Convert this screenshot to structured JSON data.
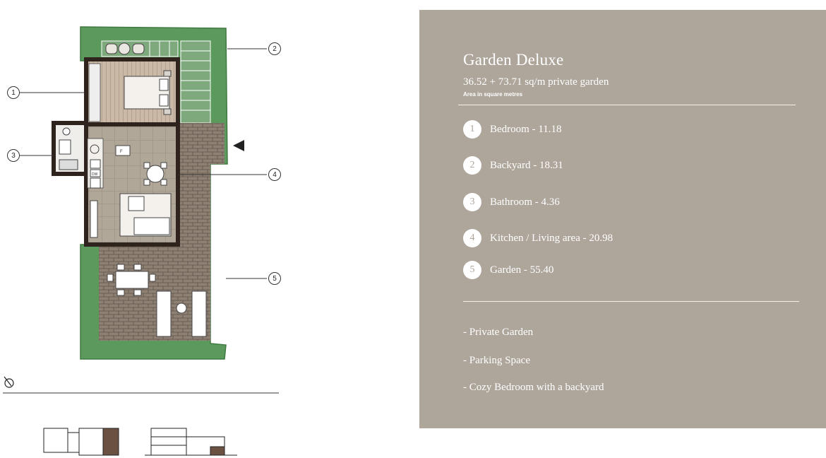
{
  "plan_callouts": [
    "1",
    "2",
    "3",
    "4",
    "5"
  ],
  "appliance_labels": {
    "fridge": "F",
    "dishwasher": "DW"
  },
  "unit": {
    "name": "Garden Deluxe",
    "area_line": "36.52  +  73.71 sq/m private garden",
    "area_note": "Area in square metres"
  },
  "rooms": [
    {
      "num": "1",
      "label": "Bedroom  -  11.18"
    },
    {
      "num": "2",
      "label": "Backyard  -  18.31"
    },
    {
      "num": "3",
      "label": "Bathroom  -  4.36"
    },
    {
      "num": "4",
      "label": "Kitchen / Living area  -  20.98"
    },
    {
      "num": "5",
      "label": "Garden  -  55.40"
    }
  ],
  "features": [
    "-  Private Garden",
    "-  Parking Space",
    "-  Cozy Bedroom with a backyard"
  ],
  "colors": {
    "panel": "#aea59b",
    "garden": "#5b9a5c",
    "paving": "#8e8173",
    "wall": "#2e231d",
    "floor": "#b0a799",
    "accent": "#6b5142"
  },
  "icons": [
    "compass-icon",
    "entrance-arrow-icon"
  ]
}
